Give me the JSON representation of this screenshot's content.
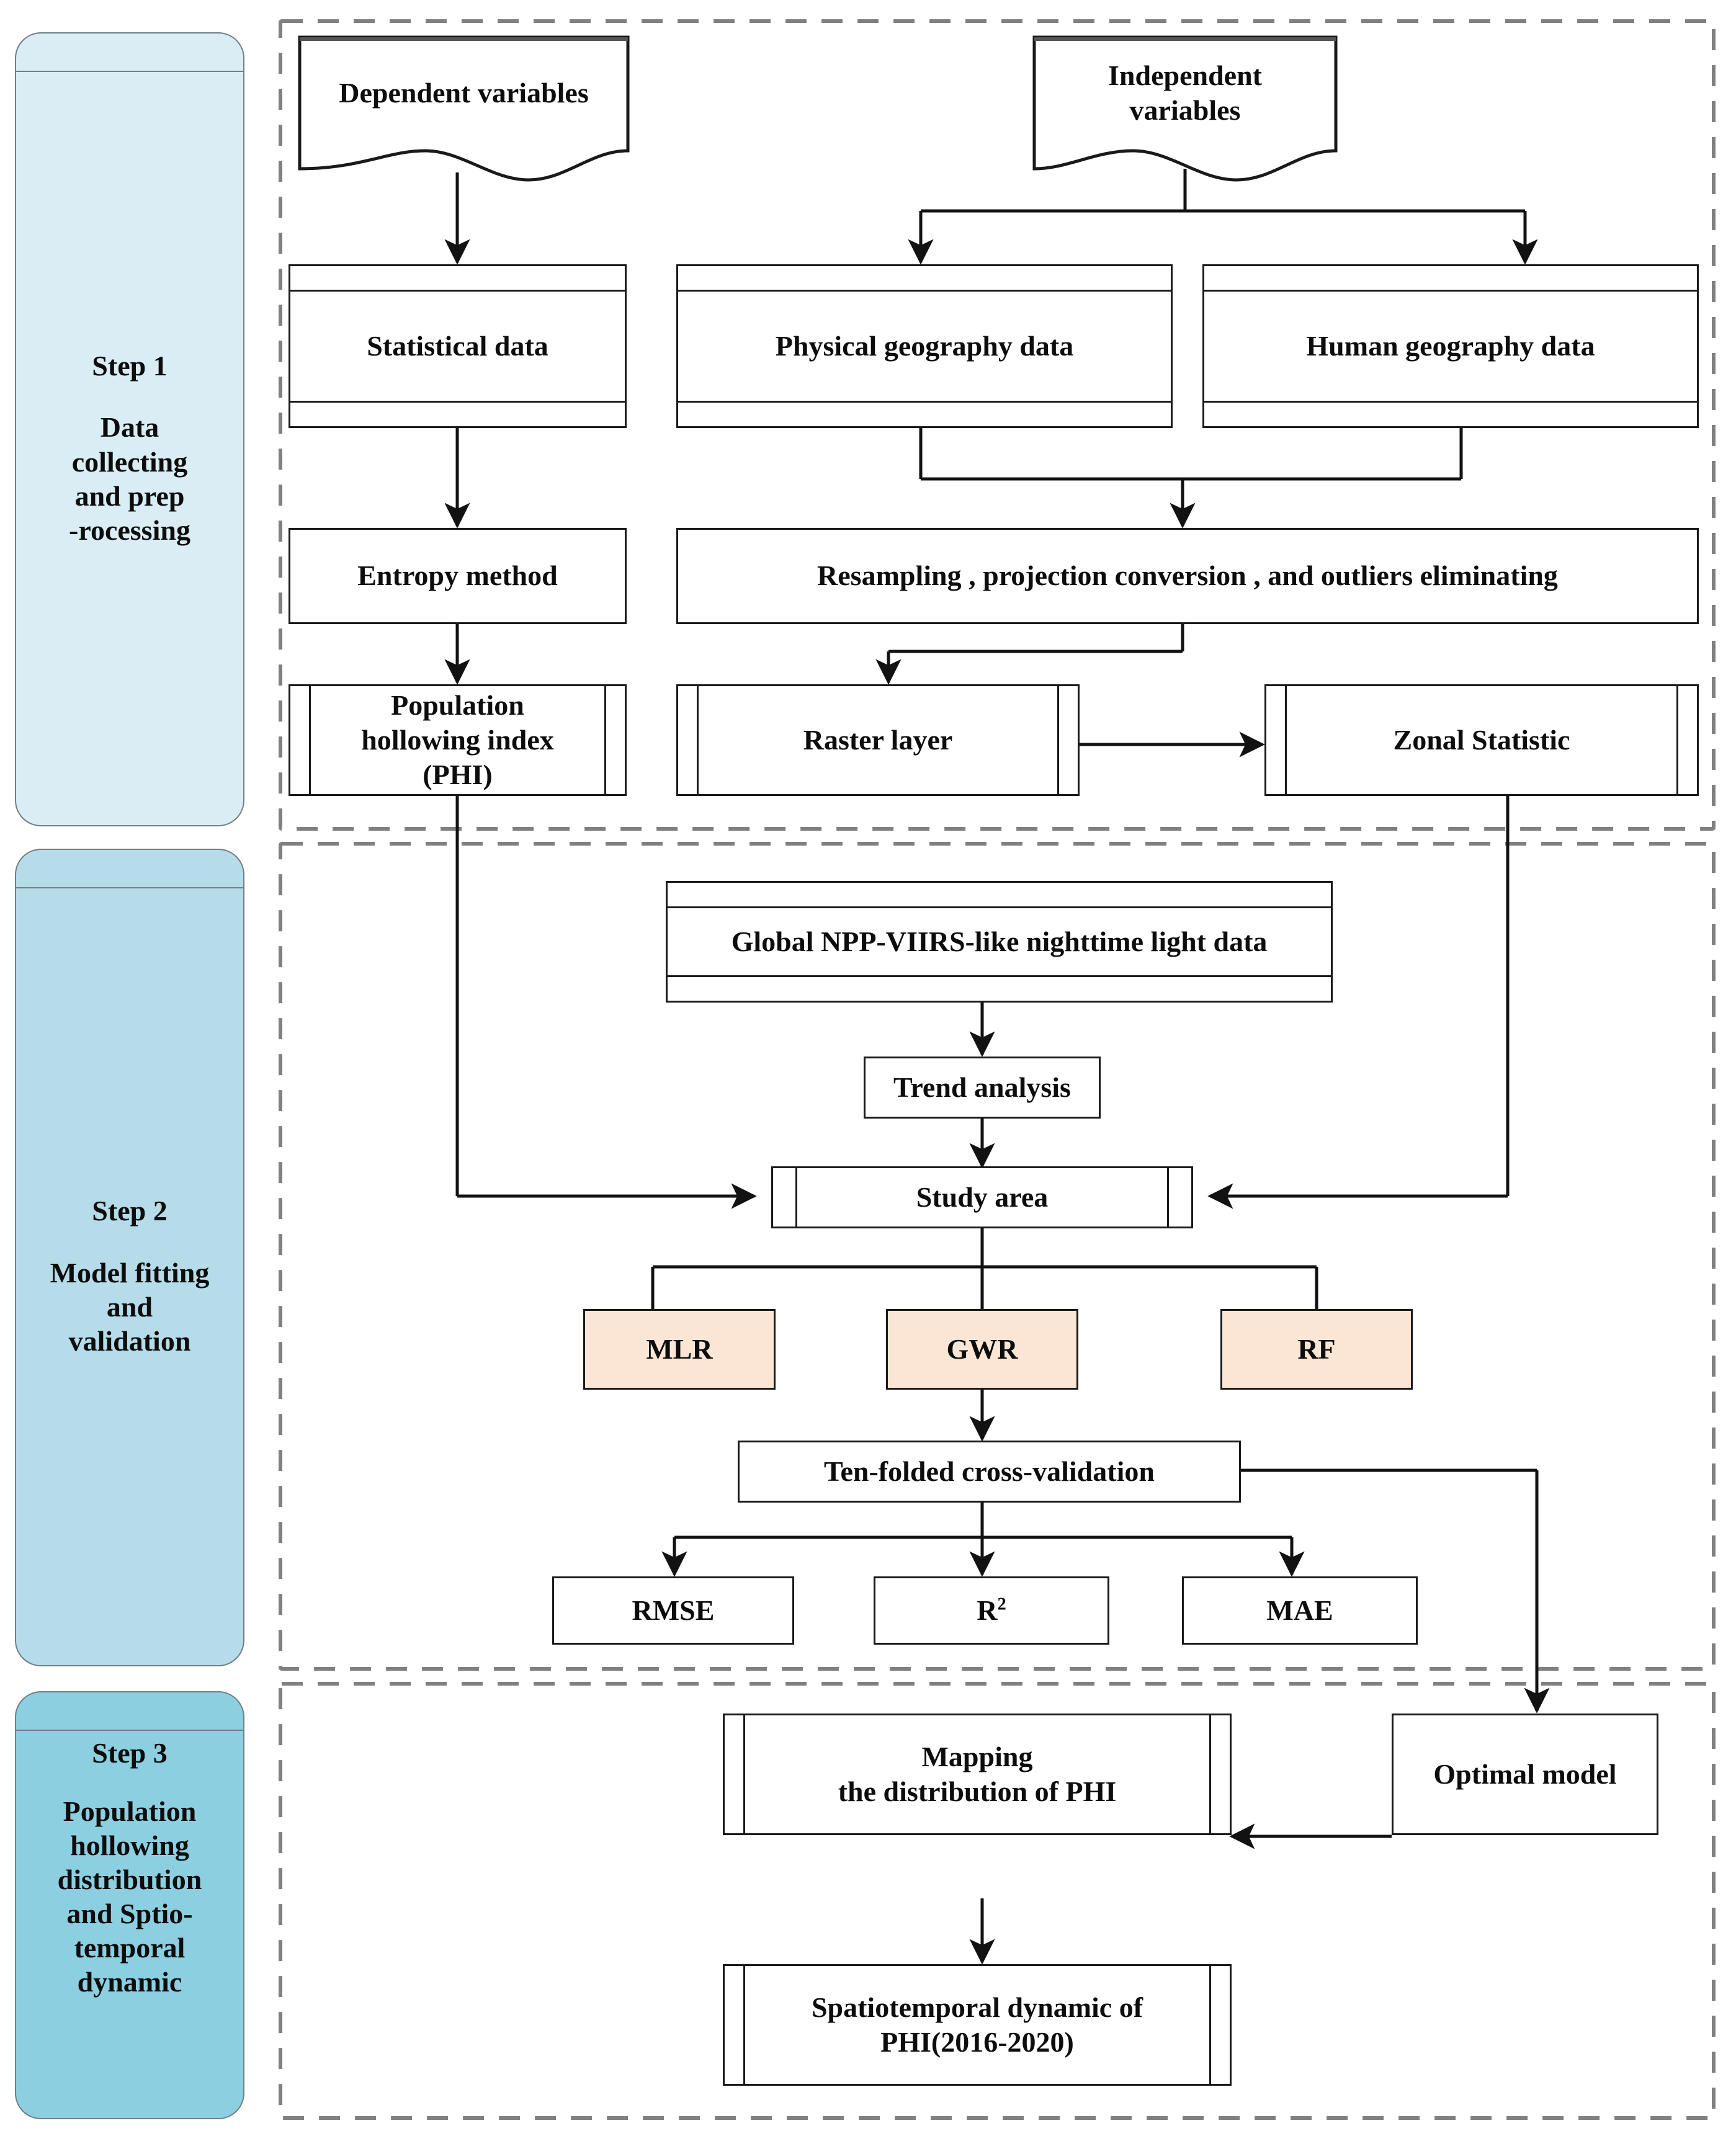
{
  "diagram": {
    "title": "Population hollowing index research workflow",
    "colors": {
      "step1_fill": "#daedf5",
      "step2_fill": "#b5dce8",
      "step3_fill": "#8ccfe0",
      "panel_stroke": "#6f7f86",
      "model_box_fill": "#fbe6d6",
      "node_stroke": "#1a1a1a",
      "dashed_group_stroke": "#808080",
      "connector_stroke": "#1a1a1a"
    }
  },
  "steps": [
    {
      "id": "step1",
      "number": "Step 1",
      "description": "Data\ncollecting\nand prep\n-rocessing",
      "description_lines": [
        "Data",
        "collecting",
        "and prep",
        "-rocessing"
      ]
    },
    {
      "id": "step2",
      "number": "Step 2",
      "description_lines": [
        "Model fitting",
        "and",
        "validation"
      ]
    },
    {
      "id": "step3",
      "number": "Step 3",
      "description_lines": [
        "Population",
        "hollowing",
        "distribution",
        "and Sptio-",
        "temporal",
        "dynamic"
      ]
    }
  ],
  "nodes": {
    "dependent_variables": {
      "label": "Dependent variables",
      "shape": "document"
    },
    "independent_variables": {
      "label_lines": [
        "Independent",
        "variables"
      ],
      "shape": "document"
    },
    "statistical_data": {
      "label": "Statistical data",
      "shape": "stacked"
    },
    "physical_geography_data": {
      "label": "Physical geography data",
      "shape": "stacked"
    },
    "human_geography_data": {
      "label": "Human geography data",
      "shape": "stacked"
    },
    "entropy_method": {
      "label": "Entropy method",
      "shape": "process"
    },
    "resampling": {
      "label": "Resampling , projection conversion , and outliers eliminating",
      "shape": "process"
    },
    "population_hollowing_index": {
      "label_lines": [
        "Population",
        "hollowing index",
        "(PHI)"
      ],
      "shape": "predefined-process"
    },
    "raster_layer": {
      "label": "Raster layer",
      "shape": "predefined-process"
    },
    "zonal_statistic": {
      "label": "Zonal Statistic",
      "shape": "predefined-process"
    },
    "nightlight_data": {
      "label": "Global NPP-VIIRS-like nighttime light data",
      "shape": "stacked"
    },
    "trend_analysis": {
      "label": "Trend analysis",
      "shape": "process"
    },
    "study_area": {
      "label": "Study area",
      "shape": "predefined-process"
    },
    "mlr": {
      "label": "MLR",
      "shape": "process",
      "fill": "#fbe6d6"
    },
    "gwr": {
      "label": "GWR",
      "shape": "process",
      "fill": "#fbe6d6"
    },
    "rf": {
      "label": "RF",
      "shape": "process",
      "fill": "#fbe6d6"
    },
    "cross_validation": {
      "label": "Ten-folded cross-validation",
      "shape": "process"
    },
    "rmse": {
      "label": "RMSE",
      "shape": "process"
    },
    "r_squared": {
      "label": "R",
      "label_sup": "2",
      "shape": "process"
    },
    "mae": {
      "label": "MAE",
      "shape": "process"
    },
    "optimal_model": {
      "label": "Optimal model",
      "shape": "process"
    },
    "mapping_phi": {
      "label_lines": [
        "Mapping",
        "the distribution of PHI"
      ],
      "shape": "predefined-process"
    },
    "spatiotemporal_dynamic": {
      "label_lines": [
        "Spatiotemporal dynamic of",
        "PHI(2016-2020)"
      ],
      "shape": "predefined-process"
    }
  },
  "edges": [
    {
      "from": "dependent_variables",
      "to": "statistical_data",
      "type": "arrow"
    },
    {
      "from": "independent_variables",
      "to": "physical_geography_data",
      "type": "arrow"
    },
    {
      "from": "independent_variables",
      "to": "human_geography_data",
      "type": "arrow"
    },
    {
      "from": "statistical_data",
      "to": "entropy_method",
      "type": "arrow"
    },
    {
      "from": "physical_geography_data",
      "to": "resampling",
      "type": "arrow"
    },
    {
      "from": "human_geography_data",
      "to": "resampling",
      "type": "arrow"
    },
    {
      "from": "entropy_method",
      "to": "population_hollowing_index",
      "type": "arrow"
    },
    {
      "from": "resampling",
      "to": "raster_layer",
      "type": "arrow"
    },
    {
      "from": "raster_layer",
      "to": "zonal_statistic",
      "type": "arrow"
    },
    {
      "from": "population_hollowing_index",
      "to": "study_area",
      "type": "arrow"
    },
    {
      "from": "zonal_statistic",
      "to": "study_area",
      "type": "arrow"
    },
    {
      "from": "nightlight_data",
      "to": "trend_analysis",
      "type": "arrow"
    },
    {
      "from": "trend_analysis",
      "to": "study_area",
      "type": "arrow"
    },
    {
      "from": "study_area",
      "to": "mlr",
      "type": "line"
    },
    {
      "from": "study_area",
      "to": "gwr",
      "type": "line"
    },
    {
      "from": "study_area",
      "to": "rf",
      "type": "line"
    },
    {
      "from": "models",
      "to": "cross_validation",
      "type": "arrow"
    },
    {
      "from": "cross_validation",
      "to": "rmse",
      "type": "arrow"
    },
    {
      "from": "cross_validation",
      "to": "r_squared",
      "type": "arrow"
    },
    {
      "from": "cross_validation",
      "to": "mae",
      "type": "arrow"
    },
    {
      "from": "cross_validation",
      "to": "optimal_model",
      "type": "arrow"
    },
    {
      "from": "optimal_model",
      "to": "mapping_phi",
      "type": "arrow"
    },
    {
      "from": "mapping_phi",
      "to": "spatiotemporal_dynamic",
      "type": "arrow"
    }
  ]
}
